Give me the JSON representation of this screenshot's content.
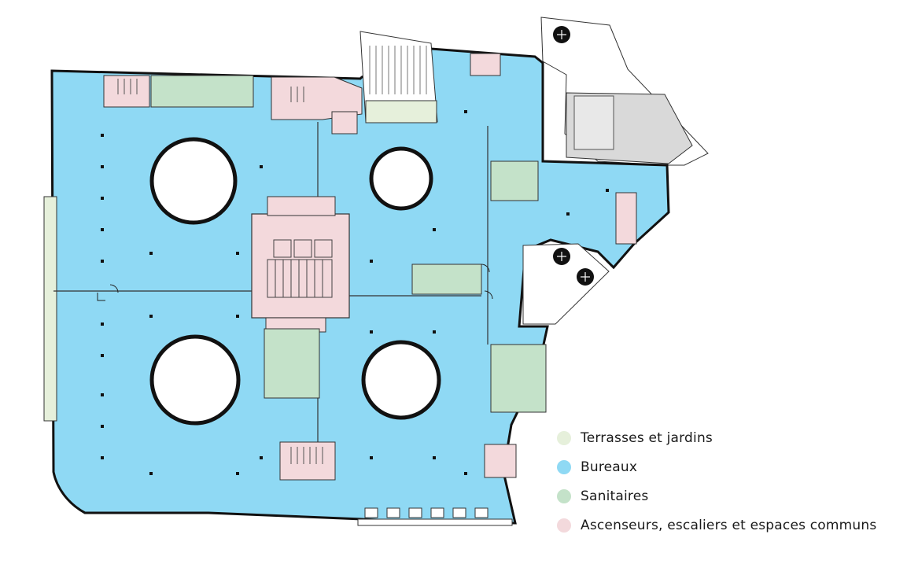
{
  "colors": {
    "terrasses": "#e6f0db",
    "bureaux": "#8fd9f4",
    "sanitaires": "#c4e2c9",
    "communs": "#f3d9dc",
    "outline": "#111111",
    "courtyard": "#d9d9d9"
  },
  "legend": [
    {
      "label": "Terrasses et jardins",
      "color": "#e6f0db"
    },
    {
      "label": "Bureaux",
      "color": "#8fd9f4"
    },
    {
      "label": "Sanitaires",
      "color": "#c4e2c9"
    },
    {
      "label": "Ascenseurs, escaliers et espaces communs",
      "color": "#f3d9dc"
    }
  ],
  "icons": [
    "tree-icon",
    "stair-icon",
    "door-icon"
  ]
}
